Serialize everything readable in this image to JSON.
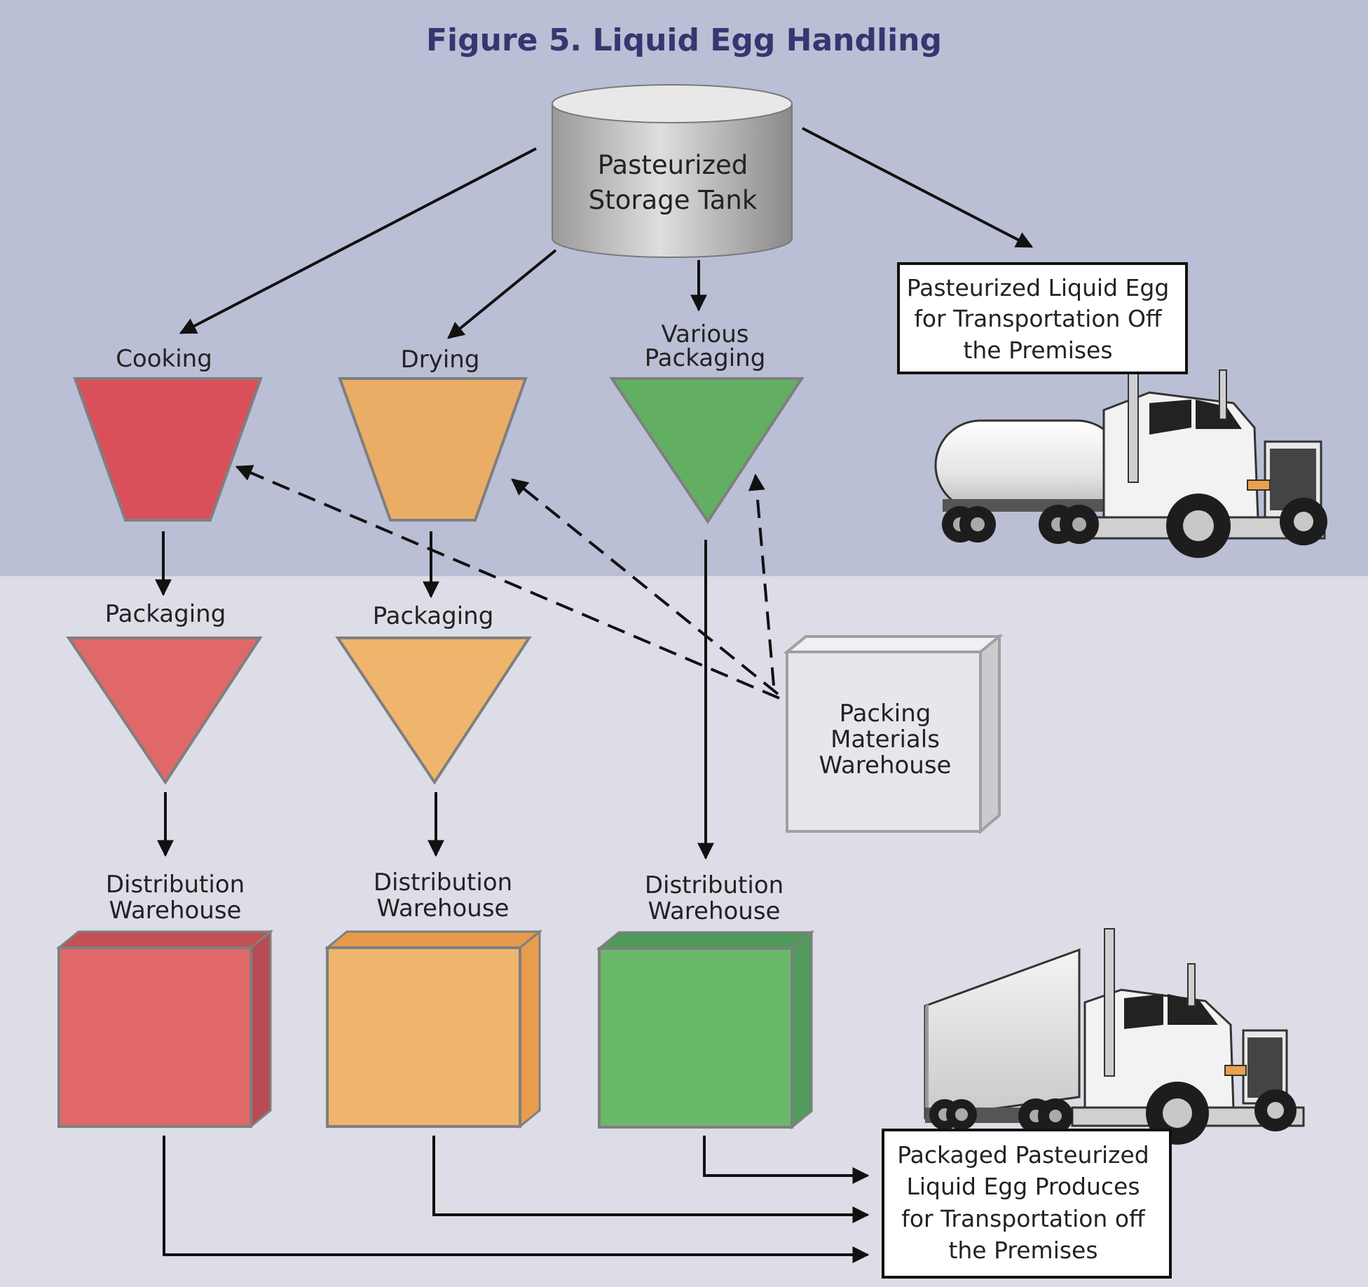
{
  "title": "Figure 5.  Liquid Egg Handling",
  "tank": {
    "line1": "Pasteurized",
    "line2": "Storage Tank"
  },
  "stages": {
    "cooking": "Cooking",
    "drying": "Drying",
    "various_line1": "Various",
    "various_line2": "Packaging",
    "packaging_red": "Packaging",
    "packaging_orange": "Packaging"
  },
  "distribution": {
    "red": {
      "line1": "Distribution",
      "line2": "Warehouse"
    },
    "orange": {
      "line1": "Distribution",
      "line2": "Warehouse"
    },
    "green": {
      "line1": "Distribution",
      "line2": "Warehouse"
    }
  },
  "packing": {
    "line1": "Packing",
    "line2": "Materials",
    "line3": "Warehouse"
  },
  "liquid_box": {
    "line1": "Pasteurized Liquid Egg",
    "line2": "for Transportation Off",
    "line3": "the Premises"
  },
  "packaged_box": {
    "line1": "Packaged Pasteurized",
    "line2": "Liquid Egg Produces",
    "line3": "for Transportation off",
    "line4": "the Premises"
  },
  "colors": {
    "bg_top": "#babfd5",
    "bg_bottom": "#dcdde6",
    "title": "#363670",
    "red": "#d9505a",
    "red_light": "#e06868",
    "orange": "#e9ad66",
    "orange_light": "#efb56c",
    "green": "#62ae62",
    "green_light": "#6ab86a"
  },
  "icons": [
    "storage-tank-icon",
    "tanker-truck-icon",
    "box-truck-icon",
    "warehouse-cube-icon"
  ]
}
